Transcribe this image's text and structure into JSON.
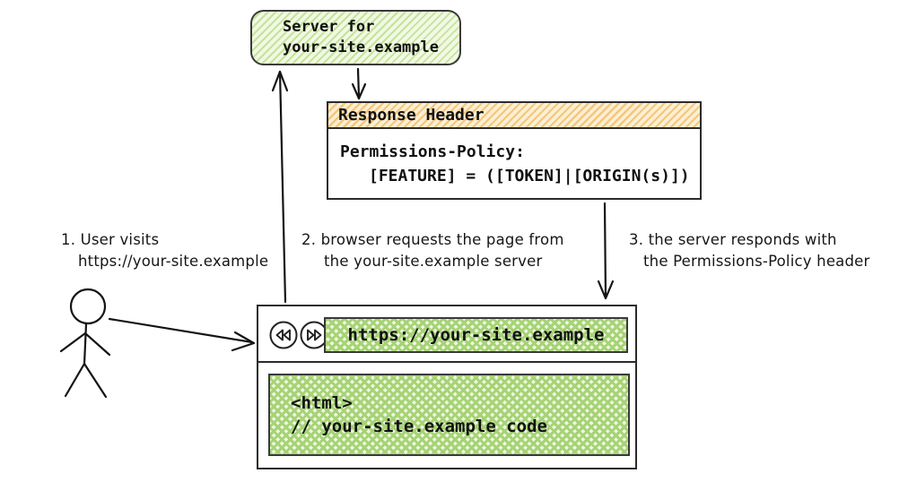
{
  "server_box": {
    "line1": "Server for",
    "line2": "your-site.example"
  },
  "response_header": {
    "title": "Response Header",
    "policy_line1": "Permissions-Policy:",
    "policy_line2": "[FEATURE] = ([TOKEN]|[ORIGIN(s)])"
  },
  "steps": [
    {
      "line1": "1. User visits",
      "line2": "https://your-site.example"
    },
    {
      "line1": "2. browser requests the page from",
      "line2": "the your-site.example server"
    },
    {
      "line1": "3. the server responds with",
      "line2": "the Permissions-Policy header"
    }
  ],
  "browser": {
    "url": "https://your-site.example",
    "code_line1": "<html>",
    "code_line2": "// your-site.example code"
  },
  "icons": {
    "back": "rewind-icon",
    "forward": "fast-forward-icon"
  },
  "colors": {
    "green_hatch_stripe": "#c6e39c",
    "green_crosshatch": "#a6d375",
    "orange_hatch_stripe": "#f4c77d",
    "ink": "#141414"
  }
}
